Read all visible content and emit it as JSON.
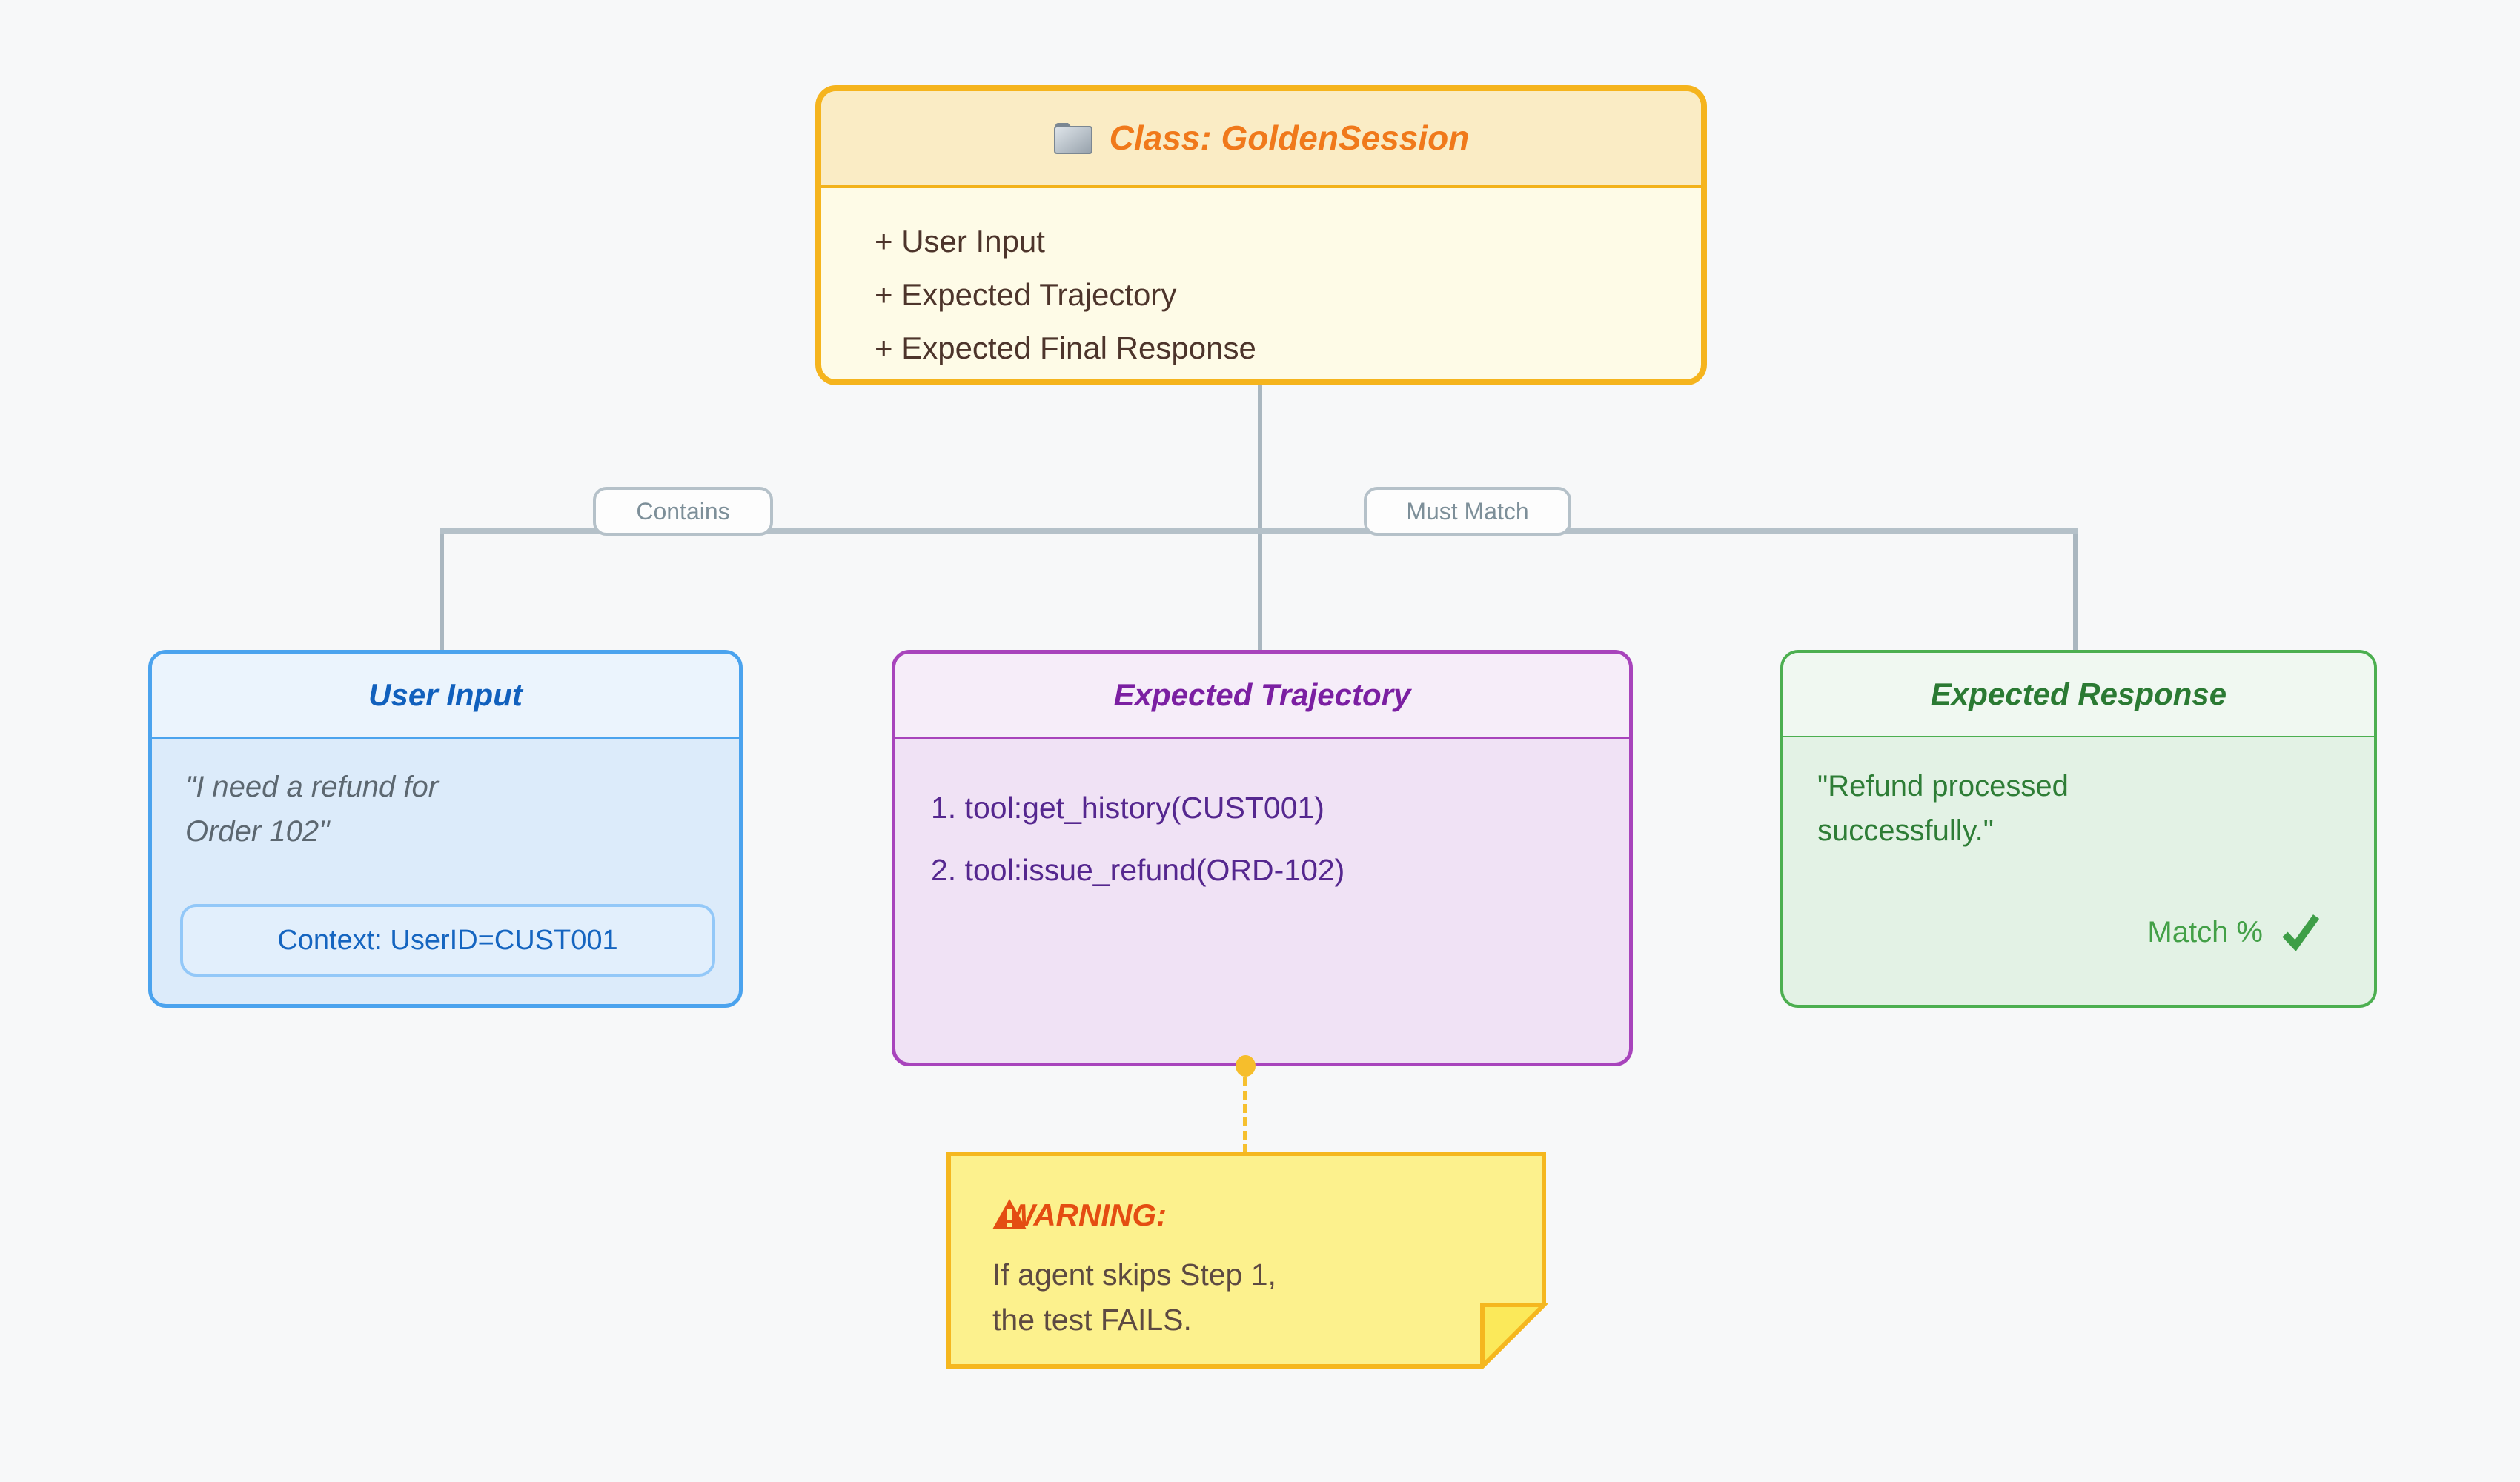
{
  "diagram": {
    "class_node": {
      "title": "Class: GoldenSession",
      "members": [
        "+ User Input",
        "+ Expected Trajectory",
        "+ Expected Final Response"
      ]
    },
    "edges": {
      "contains_label": "Contains",
      "must_match_label": "Must Match"
    },
    "user_input_node": {
      "title": "User Input",
      "quote_line1": "\"I need a refund for",
      "quote_line2": "Order 102\"",
      "context_chip": "Context: UserID=CUST001"
    },
    "trajectory_node": {
      "title": "Expected Trajectory",
      "steps": [
        "1. tool:get_history(CUST001)",
        "2. tool:issue_refund(ORD-102)"
      ]
    },
    "response_node": {
      "title": "Expected Response",
      "text_line1": "\"Refund processed",
      "text_line2": "successfully.\"",
      "match_label": "Match %"
    },
    "warning_note": {
      "heading": "WARNING:",
      "line1": "If agent skips Step 1,",
      "line2": "the test FAILS."
    },
    "icon_names": [
      "folder-icon",
      "warning-triangle-icon",
      "checkmark-icon"
    ],
    "colors": {
      "background": "#f7f8f9",
      "class_border": "#f5b41e",
      "class_header_bg": "#faecc5",
      "class_body_bg": "#fefbe7",
      "class_title_text": "#f0791b",
      "class_member_text": "#4d342b",
      "blue_border": "#4ba3ee",
      "blue_title": "#1160bd",
      "purple_border": "#a844bc",
      "purple_title": "#7b1fa2",
      "purple_step_text": "#55278f",
      "green_border": "#4caf50",
      "green_title": "#2b7a33",
      "connector_gray": "#b5c1c9",
      "edge_label_text": "#7d8f99",
      "note_bg": "#fcf18d",
      "note_fold": "#fbe95a",
      "note_border": "#f5b71f",
      "warning_red": "#e44d12",
      "note_text": "#5d4a42",
      "gold_dot": "#f6be2c"
    }
  }
}
